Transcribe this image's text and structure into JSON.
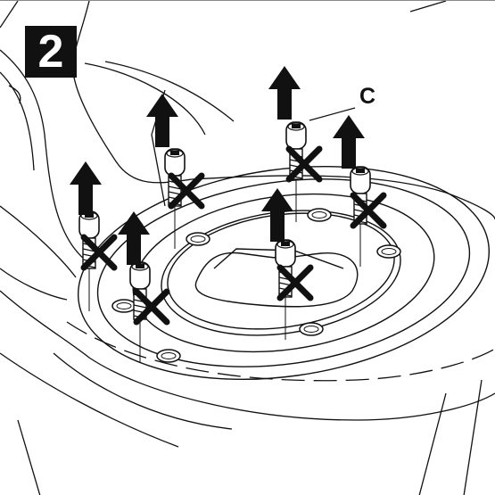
{
  "step": {
    "number": "2"
  },
  "callout": {
    "label": "C"
  },
  "bolts": [
    {
      "id": "bolt-1",
      "action": "remove",
      "marked_x": true
    },
    {
      "id": "bolt-2",
      "action": "remove",
      "marked_x": true
    },
    {
      "id": "bolt-3",
      "action": "remove",
      "marked_x": true
    },
    {
      "id": "bolt-4",
      "action": "remove",
      "marked_x": true
    },
    {
      "id": "bolt-5",
      "action": "remove",
      "marked_x": true
    },
    {
      "id": "bolt-6",
      "action": "remove",
      "marked_x": true
    }
  ],
  "colors": {
    "ink": "#111111",
    "background": "#ffffff"
  }
}
